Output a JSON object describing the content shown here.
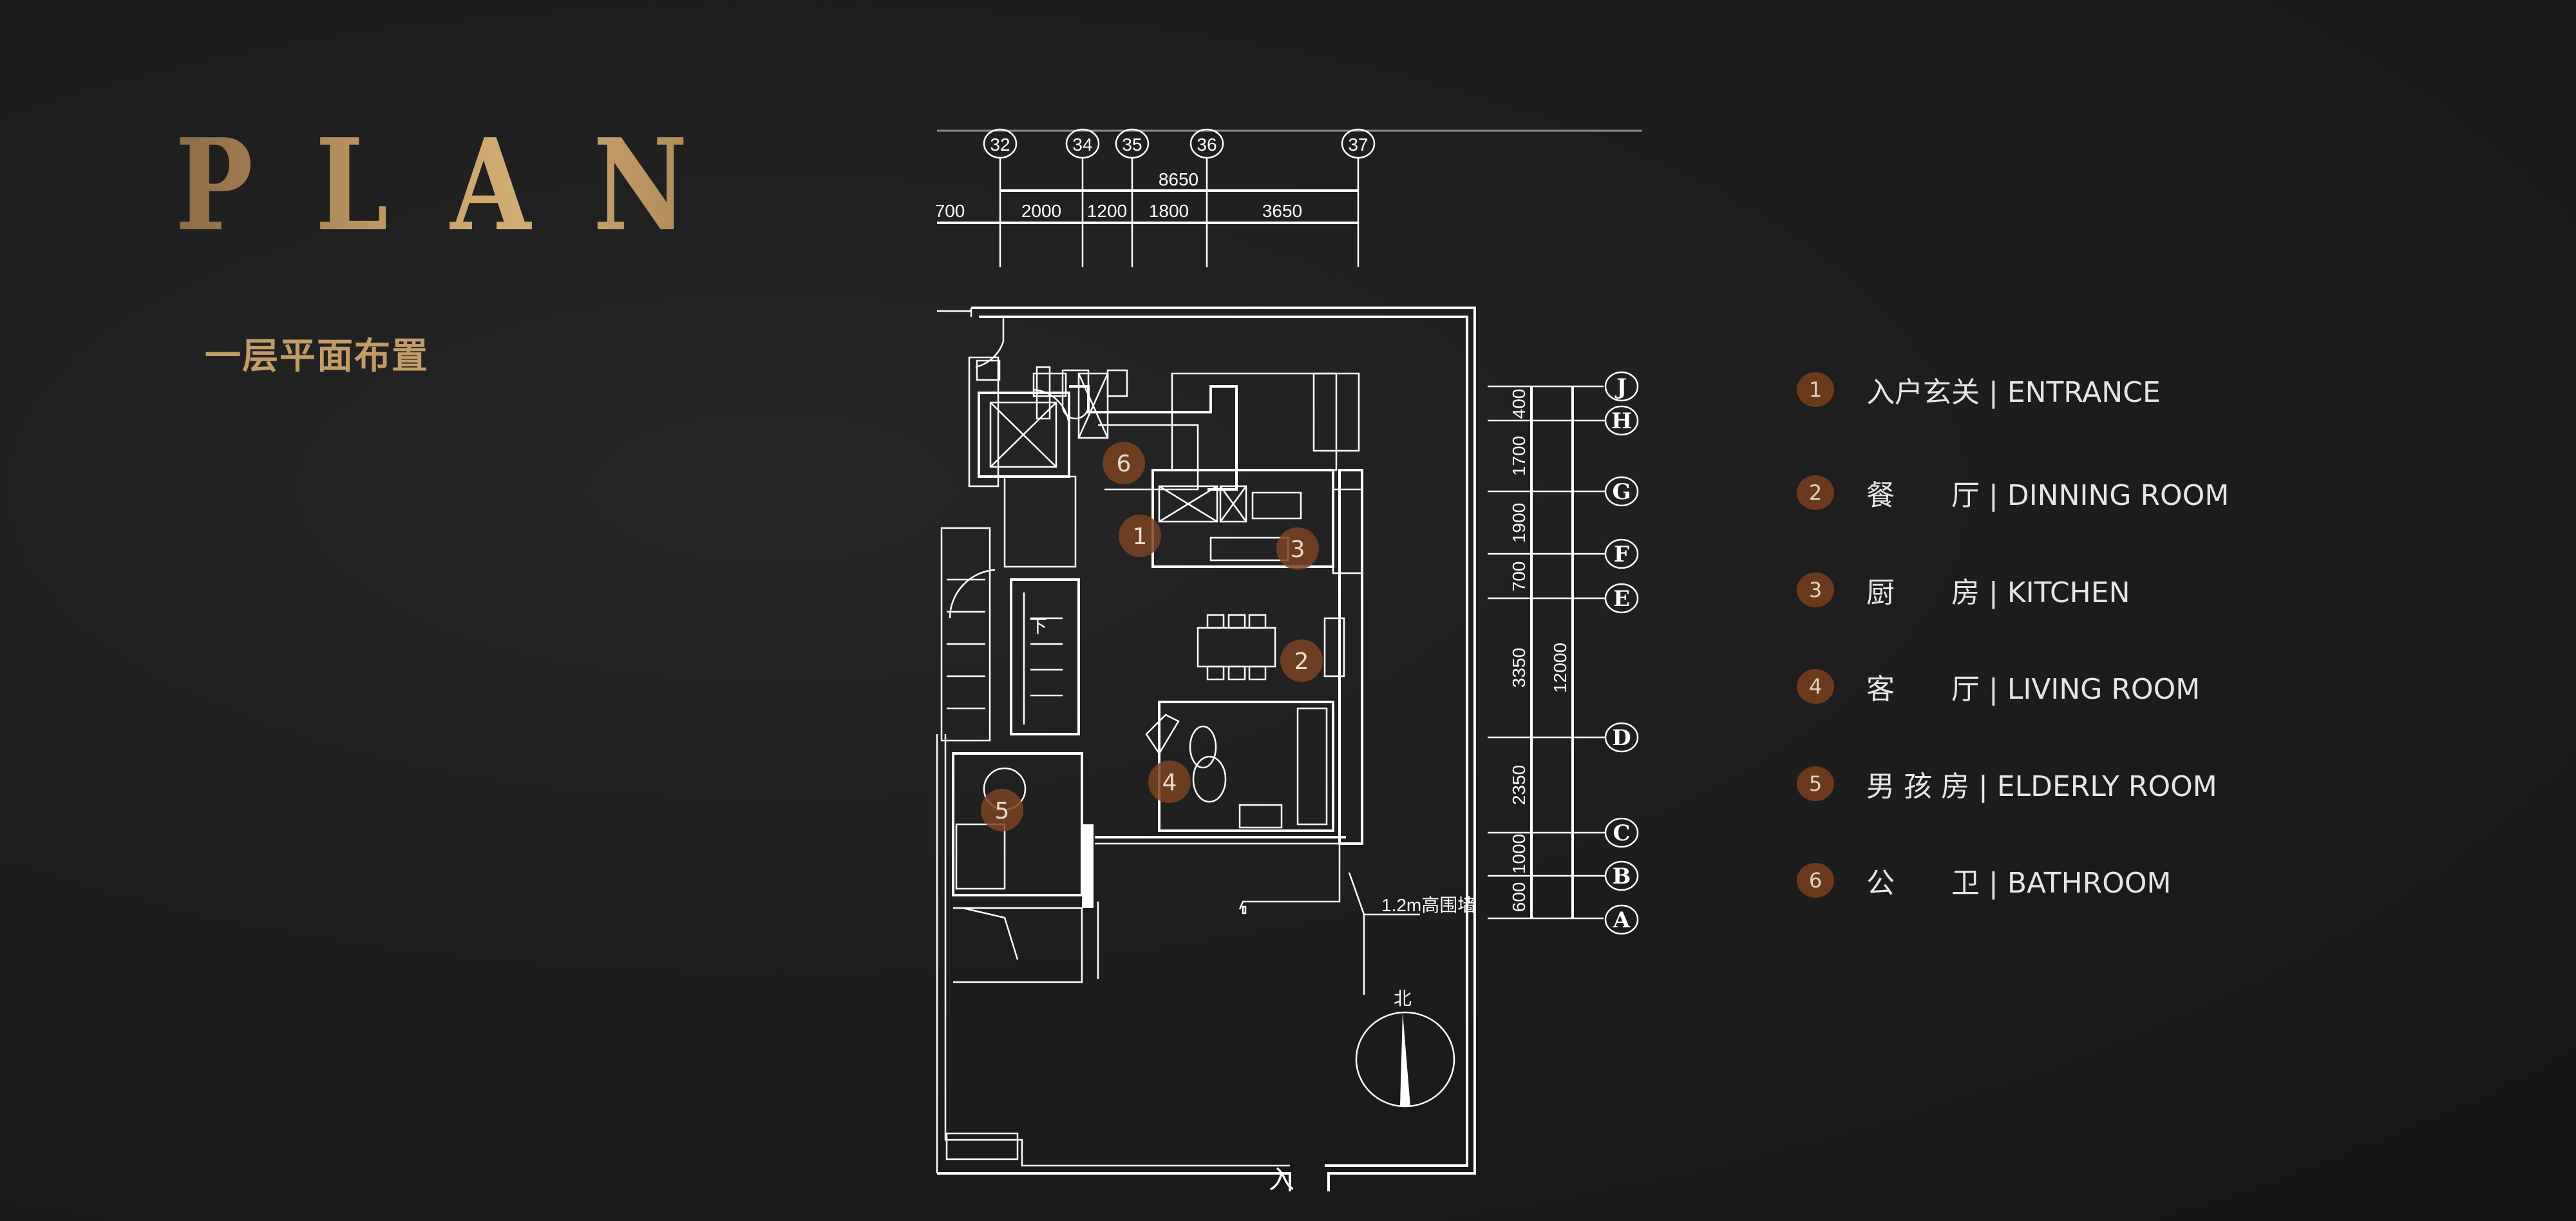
{
  "header": {
    "title": "PLAN",
    "subtitle": "一层平面布置"
  },
  "colors": {
    "gold": "#c9a36a",
    "badge": "#6b3a1d",
    "background": "#1d1d1d",
    "line": "#ffffff"
  },
  "legend": [
    {
      "num": "1",
      "cn": "入户玄关",
      "en": "ENTRANCE"
    },
    {
      "num": "2",
      "cn": "餐　　厅",
      "en": "DINNING ROOM"
    },
    {
      "num": "3",
      "cn": "厨　　房",
      "en": "KITCHEN"
    },
    {
      "num": "4",
      "cn": "客　　厅",
      "en": "LIVING ROOM"
    },
    {
      "num": "5",
      "cn": "男 孩  房",
      "en": "ELDERLY  ROOM"
    },
    {
      "num": "6",
      "cn": "公　　卫",
      "en": "BATHROOM"
    }
  ],
  "plan": {
    "top_axes": [
      "32",
      "34",
      "35",
      "36",
      "37"
    ],
    "top_total": "8650",
    "top_dims": [
      "700",
      "2000",
      "1200",
      "1800",
      "3650"
    ],
    "right_axes": [
      "J",
      "H",
      "G",
      "F",
      "E",
      "D",
      "C",
      "B",
      "A"
    ],
    "right_dims": [
      "400",
      "1700",
      "1900",
      "700",
      "3350",
      "2350",
      "1000",
      "600"
    ],
    "right_total": "12000",
    "wall_note": "1.2m高围墙",
    "north": "北",
    "entry": "入",
    "stair_up": "下",
    "markers": [
      "1",
      "2",
      "3",
      "4",
      "5",
      "6"
    ]
  }
}
